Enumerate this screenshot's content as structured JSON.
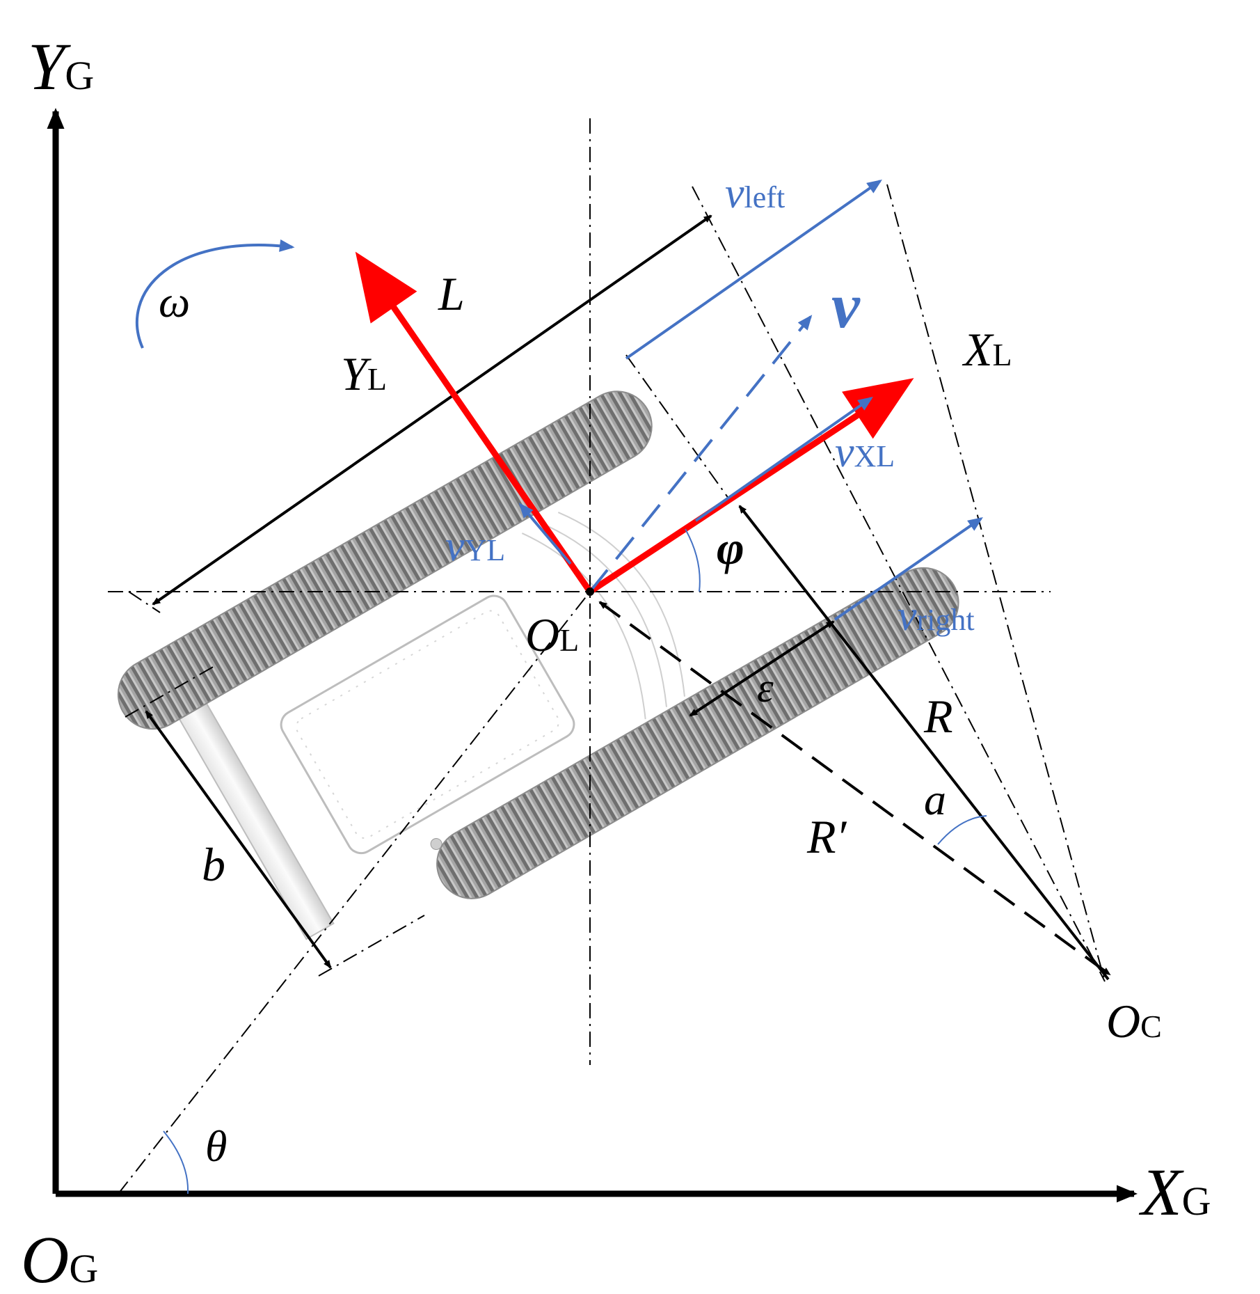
{
  "axes": {
    "global_x": {
      "main": "X",
      "sub": "G"
    },
    "global_y": {
      "main": "Y",
      "sub": "G"
    },
    "global_origin": {
      "main": "O",
      "sub": "G"
    },
    "local_x": {
      "main": "X",
      "sub": "L"
    },
    "local_y": {
      "main": "Y",
      "sub": "L"
    },
    "local_origin": {
      "main": "O",
      "sub": "L"
    },
    "rotation_center": {
      "main": "O",
      "sub": "C"
    }
  },
  "velocities": {
    "v_left": {
      "main": "v",
      "sub": "left"
    },
    "v_right": {
      "main": "v",
      "sub": "right"
    },
    "v": "v",
    "v_xl": {
      "main": "v",
      "sub": "XL"
    },
    "v_yl": {
      "main": "v",
      "sub": "YL"
    }
  },
  "symbols": {
    "omega": "ω",
    "length": "L",
    "track_width": "b",
    "offset": "ε",
    "radius": "R",
    "radius_prime": "R′",
    "alpha": "a",
    "phi": "φ",
    "theta": "θ"
  },
  "colors": {
    "axis": "#000000",
    "local_axis": "#ff0000",
    "velocity": "#4472c4",
    "track": "#8c8c8c",
    "chassis": "#d8d8d8"
  }
}
